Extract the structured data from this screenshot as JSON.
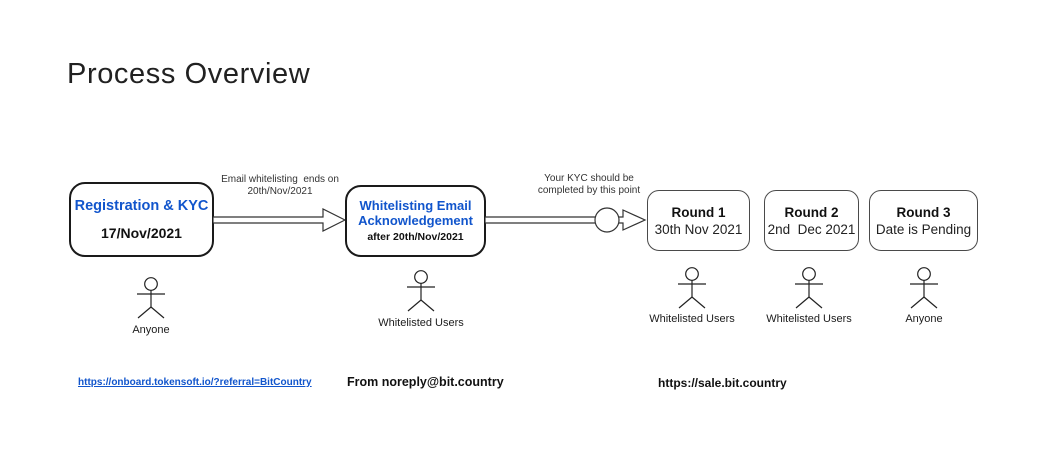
{
  "title": "Process Overview",
  "colors": {
    "accent_blue": "#1155cc"
  },
  "flow": {
    "step1": {
      "title": "Registration & KYC",
      "date": "17/Nov/2021"
    },
    "arrow1": {
      "label": "Email whitelisting  ends on\n20th/Nov/2021"
    },
    "step2": {
      "title": "Whitelisting Email Acknowledgement",
      "date": "after 20th/Nov/2021"
    },
    "arrow2": {
      "label": "Your KYC should be\ncompleted by this point"
    },
    "round1": {
      "title": "Round 1",
      "date": "30th Nov 2021"
    },
    "round2": {
      "title": "Round 2",
      "date": "2nd  Dec 2021"
    },
    "round3": {
      "title": "Round 3",
      "date": "Date is Pending"
    },
    "actors": [
      {
        "label": "Anyone"
      },
      {
        "label": "Whitelisted Users"
      },
      {
        "label": "Whitelisted Users"
      },
      {
        "label": "Whitelisted Users"
      },
      {
        "label": "Anyone"
      }
    ]
  },
  "footer": {
    "onboarding_link": "https://onboard.tokensoft.io/?referral=BitCountry",
    "email_note": "From noreply@bit.country",
    "sale_url": "https://sale.bit.country"
  }
}
